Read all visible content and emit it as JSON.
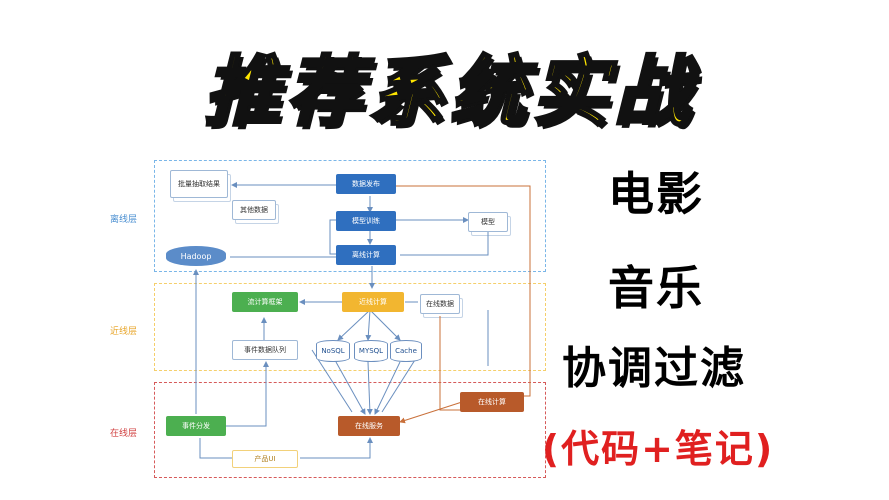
{
  "title": "推荐系统实战",
  "tags": {
    "movie": "电影",
    "music": "音乐",
    "cf": "协调过滤",
    "code_notes": "(代码+笔记)"
  },
  "diagram": {
    "layers": {
      "offline": "离线层",
      "nearline": "近线层",
      "online": "在线层"
    },
    "nodes": {
      "batch_results": "批量抽取结果",
      "other_data": "其他数据",
      "hadoop": "Hadoop",
      "data_publish": "数据发布",
      "model_training": "模型训练",
      "model": "模型",
      "offline_compute": "离线计算",
      "stream_framework": "流计算框架",
      "nearline_compute": "近线计算",
      "online_data": "在线数据",
      "event_queue": "事件数据队列",
      "nosql": "NoSQL",
      "mysql": "MYSQL",
      "cache": "Cache",
      "online_compute": "在线计算",
      "event_dispatch": "事件分发",
      "online_service": "在线服务",
      "product_ui": "产品UI"
    }
  }
}
